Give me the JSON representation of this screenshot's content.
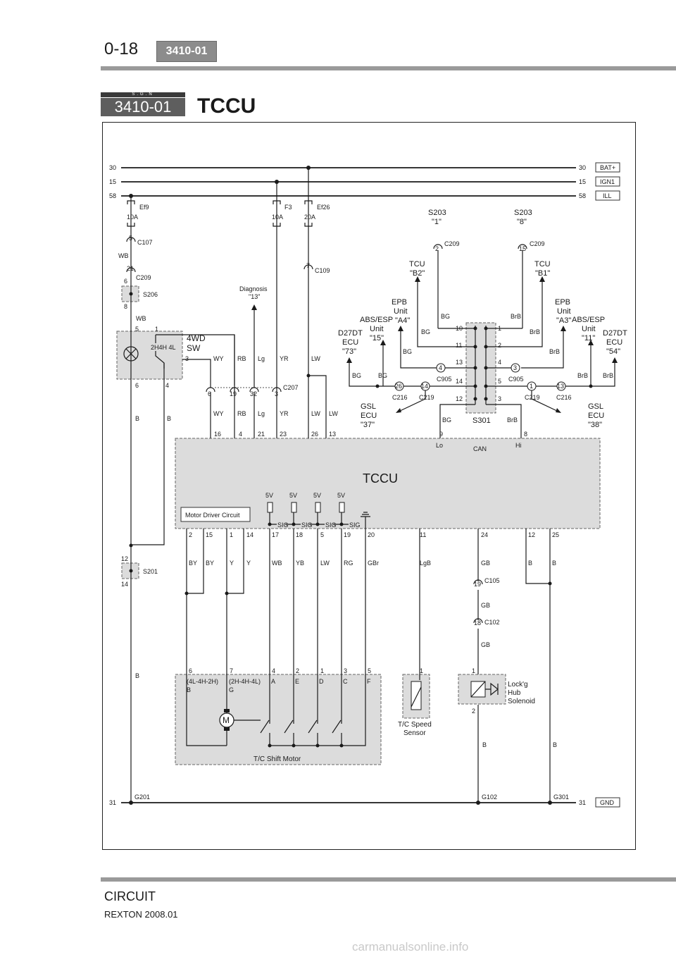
{
  "header": {
    "page_number": "0-18",
    "section_code": "3410-01"
  },
  "title_block": {
    "sgn": "S.G.N",
    "code": "3410-01",
    "title": "TCCU"
  },
  "footer": {
    "section": "CIRCUIT",
    "model_date": "REXTON 2008.01",
    "watermark": "carmanualsonline.info"
  },
  "rails": {
    "r30": "30",
    "r15": "15",
    "r58": "58",
    "r31": "31",
    "bat": "BAT+",
    "ign": "IGN1",
    "ill": "ILL",
    "gnd": "GND"
  },
  "fuses": {
    "ef9": "Ef9",
    "ef9a": "10A",
    "f3": "F3",
    "f3a": "10A",
    "ef26": "Ef26",
    "ef26a": "20A"
  },
  "connectors": {
    "c107": "C107",
    "c107p": "5",
    "c209a": "C209",
    "c209ap": "21",
    "c109": "C109",
    "c109p": "7",
    "c207": "C207",
    "c209b": "C209",
    "c209bp": "2",
    "c209c": "C209",
    "c209cp": "15",
    "c905a": "C905",
    "c905ap": "4",
    "c905b": "C905",
    "c905bp": "3",
    "c216a": "C216",
    "c216ap": "26",
    "c219a": "C219",
    "c219ap": "14",
    "c219b": "C219",
    "c219bp": "1",
    "c216b": "C216",
    "c216bp": "13",
    "c105": "C105",
    "c105p": "19",
    "c102": "C102",
    "c102p": "18"
  },
  "splices": {
    "s206": "S206",
    "s206t": "6",
    "s206b": "8",
    "s201": "S201",
    "s201t": "12",
    "s201b": "14",
    "s301": "S301"
  },
  "grounds": {
    "g201": "G201",
    "g102": "G102",
    "g301": "G301"
  },
  "components": {
    "sw_name1": "4WD",
    "sw_name2": "SW",
    "sw_modes": "2H4H 4L",
    "sw_p5": "5",
    "sw_p1": "1",
    "sw_p3": "3",
    "sw_p6": "6",
    "sw_p4": "4",
    "diag1": "Diagnosis",
    "diag2": "\"13\"",
    "s203a": "S203",
    "s203aq": "\"1\"",
    "s203b": "S203",
    "s203bq": "\"8\"",
    "tcu_b2_1": "TCU",
    "tcu_b2_2": "\"B2\"",
    "tcu_b1_1": "TCU",
    "tcu_b1_2": "\"B1\"",
    "epb_l1": "EPB",
    "epb_l2": "Unit",
    "epb_l3": "\"A4\"",
    "epb_r1": "EPB",
    "epb_r2": "Unit",
    "epb_r3": "\"A3\"",
    "abs_l1": "ABS/ESP",
    "abs_l2": "Unit",
    "abs_l3": "\"15\"",
    "abs_r1": "ABS/ESP",
    "abs_r2": "Unit",
    "abs_r3": "\"11\"",
    "d27_l1": "D27DT",
    "d27_l2": "ECU",
    "d27_l3": "\"73\"",
    "d27_r1": "D27DT",
    "d27_r2": "ECU",
    "d27_r3": "\"54\"",
    "gsl_l1": "GSL",
    "gsl_l2": "ECU",
    "gsl_l3": "\"37\"",
    "gsl_r1": "GSL",
    "gsl_r2": "ECU",
    "gsl_r3": "\"38\"",
    "tccu": "TCCU",
    "mdc": "Motor Driver Circuit",
    "can": "CAN",
    "lo": "Lo",
    "hi": "Hi",
    "v5a": "5V",
    "v5b": "5V",
    "v5c": "5V",
    "v5d": "5V",
    "sig1": "SIG",
    "sig2": "SIG",
    "sig3": "SIG",
    "sig4": "SIG",
    "motor": "T/C Shift Motor",
    "motor_m": "M",
    "mode1": "(4L-4H-2H)",
    "mode2": "(2H-4H-4L)",
    "speed1": "T/C Speed",
    "speed2": "Sensor",
    "hub1": "Lock'g",
    "hub2": "Hub",
    "hub3": "Solenoid"
  },
  "tccu_top_pins": [
    "16",
    "4",
    "21",
    "23",
    "26",
    "13",
    "9",
    "8"
  ],
  "tccu_bottom_pins": [
    "2",
    "15",
    "1",
    "14",
    "17",
    "18",
    "5",
    "19",
    "20",
    "11",
    "24",
    "12",
    "25"
  ],
  "motor_pins": [
    "6",
    "7",
    "4",
    "2",
    "1",
    "3",
    "5"
  ],
  "motor_letters": [
    "B",
    "G",
    "A",
    "E",
    "D",
    "C",
    "F"
  ],
  "sensor_pin": "1",
  "hub_pins": [
    "1",
    "2"
  ],
  "connector_pins": [
    "6",
    "19",
    "32",
    "3"
  ],
  "s301_left_pins": [
    "10",
    "11",
    "13",
    "14",
    "12"
  ],
  "s301_right_pins": [
    "1",
    "2",
    "4",
    "5",
    "3"
  ],
  "wires": {
    "wb1": "WB",
    "wb2": "WB",
    "b1": "B",
    "b2": "B",
    "b3": "B",
    "wy1": "WY",
    "rb1": "RB",
    "lg1": "Lg",
    "yr1": "YR",
    "lw1": "LW",
    "wy2": "WY",
    "rb2": "RB",
    "lg2": "Lg",
    "yr2": "YR",
    "lw2": "LW",
    "lw3": "LW",
    "bg1": "BG",
    "bg2": "BG",
    "bg3": "BG",
    "bg4": "BG",
    "bg5": "BG",
    "bg6": "BG",
    "brb1": "BrB",
    "brb2": "BrB",
    "brb3": "BrB",
    "brb4": "BrB",
    "brb5": "BrB",
    "brb6": "BrB",
    "by1": "BY",
    "by2": "BY",
    "y1": "Y",
    "y2": "Y",
    "wb3": "WB",
    "yb": "YB",
    "lw4": "LW",
    "rg": "RG",
    "gbr": "GBr",
    "lgb": "LgB",
    "gb1": "GB",
    "gb2": "GB",
    "gb3": "GB",
    "b4": "B",
    "b5": "B",
    "b6": "B",
    "b7": "B"
  }
}
